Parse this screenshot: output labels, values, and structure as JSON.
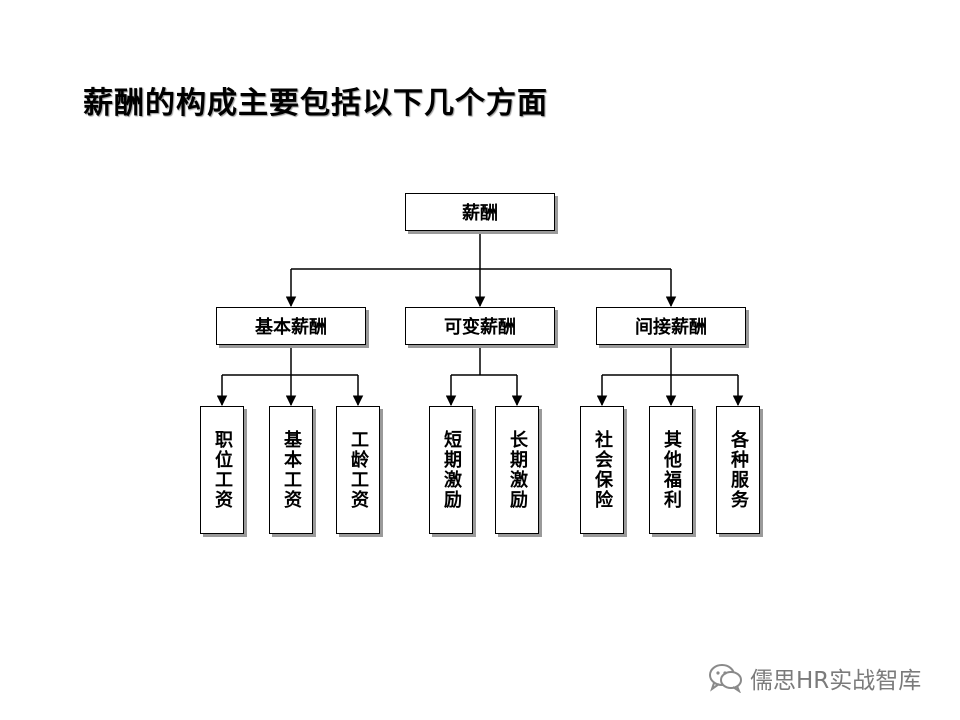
{
  "title": "薪酬的构成主要包括以下几个方面",
  "root": {
    "label": "薪酬"
  },
  "branches": [
    {
      "label": "基本薪酬",
      "leaves": [
        "职位工资",
        "基本工资",
        "工龄工资"
      ]
    },
    {
      "label": "可变薪酬",
      "leaves": [
        "短期激励",
        "长期激励"
      ]
    },
    {
      "label": "间接薪酬",
      "leaves": [
        "社会保险",
        "其他福利",
        "各种服务"
      ]
    }
  ],
  "watermark": {
    "text": "儒思HR实战智库",
    "icon": "wechat-icon"
  }
}
